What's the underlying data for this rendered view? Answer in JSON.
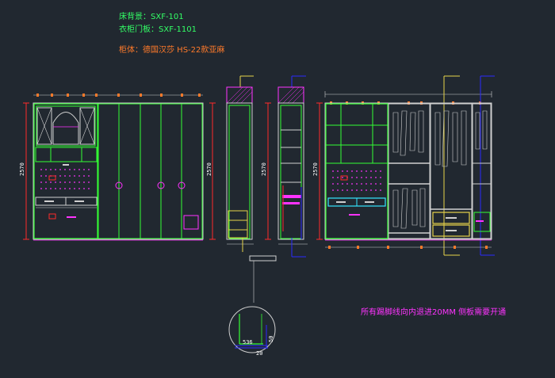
{
  "notes": {
    "bg_wall": "床背景：SXF-101",
    "door_panel": "衣柜门板：SXF-1101",
    "cabinet_body": "柜体：德国汉莎  HS-22款亚麻",
    "footnote": "所有踢脚线向内退进20MM  侧板需要开通"
  },
  "dimensions": {
    "height_1": "2570",
    "height_2": "2570",
    "height_3": "2570",
    "height_4": "2570",
    "detail_a": "536",
    "detail_b": "50",
    "detail_c": "20"
  },
  "colors": {
    "background": "#212830",
    "cabinet_line": "#33ff33",
    "frame_line": "#cfcfcf",
    "dimension_red": "#ff2a2a",
    "accent_magenta": "#ff33ff",
    "accent_blue": "#2a2aff",
    "accent_yellow": "#e6d34a",
    "accent_cyan": "#33e6ff",
    "note_green": "#33ff66",
    "note_orange": "#ff7a2a"
  }
}
